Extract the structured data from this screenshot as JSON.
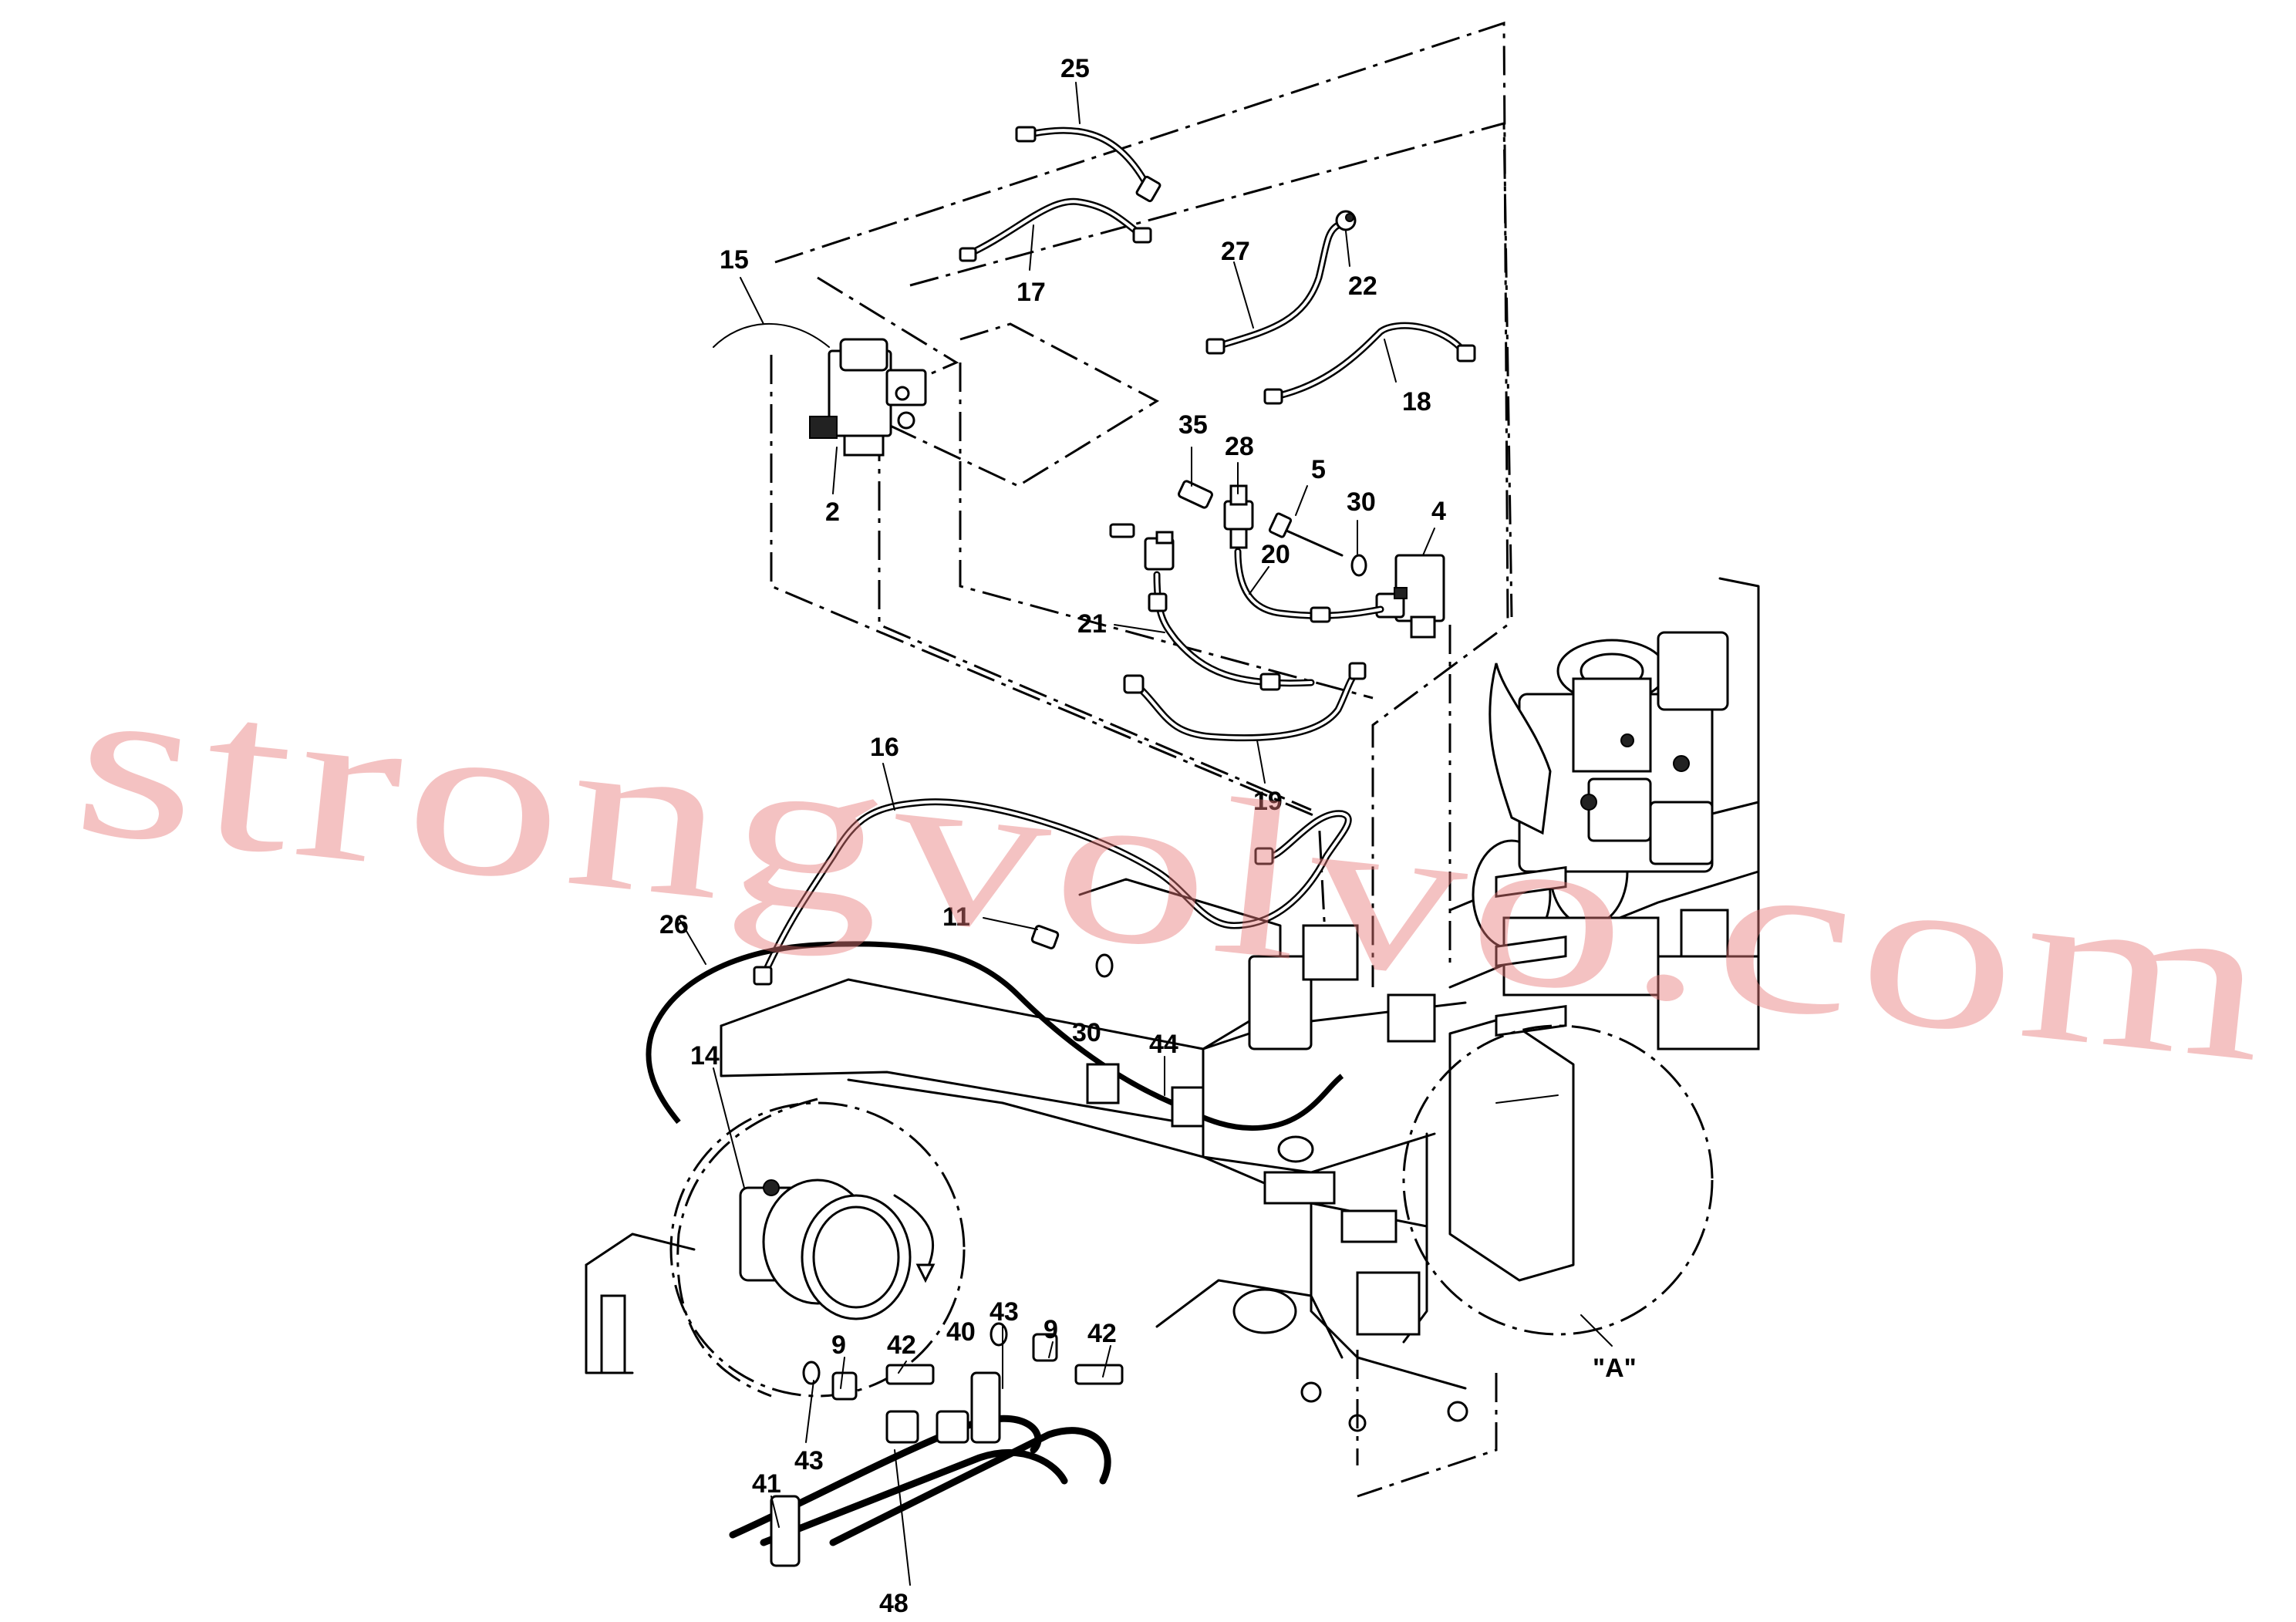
{
  "diagram": {
    "part_labels": [
      "25",
      "15",
      "17",
      "27",
      "22",
      "18",
      "2",
      "35",
      "28",
      "5",
      "30",
      "4",
      "20",
      "21",
      "19",
      "16",
      "11",
      "26",
      "14",
      "30",
      "44",
      "43",
      "9",
      "40",
      "42",
      "9",
      "42",
      "41",
      "43",
      "48"
    ],
    "view_label": "\"A\"",
    "watermark": "strongvolvo.com"
  }
}
